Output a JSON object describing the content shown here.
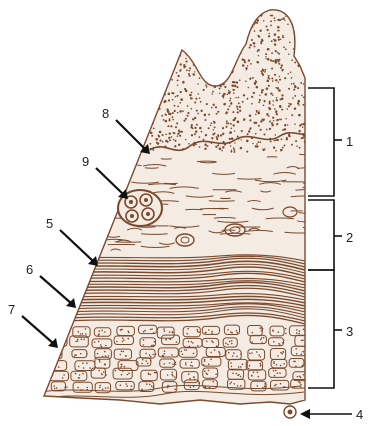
{
  "diagram": {
    "labels": {
      "l1": "1",
      "l2": "2",
      "l3": "3",
      "l4": "4",
      "l5": "5",
      "l6": "6",
      "l7": "7",
      "l8": "8",
      "l9": "9"
    },
    "colors": {
      "tissue": "#7a4a2e",
      "tissue_light": "#b08366",
      "tissue_fill": "#f4ebe3",
      "annotation": "#111111"
    }
  }
}
